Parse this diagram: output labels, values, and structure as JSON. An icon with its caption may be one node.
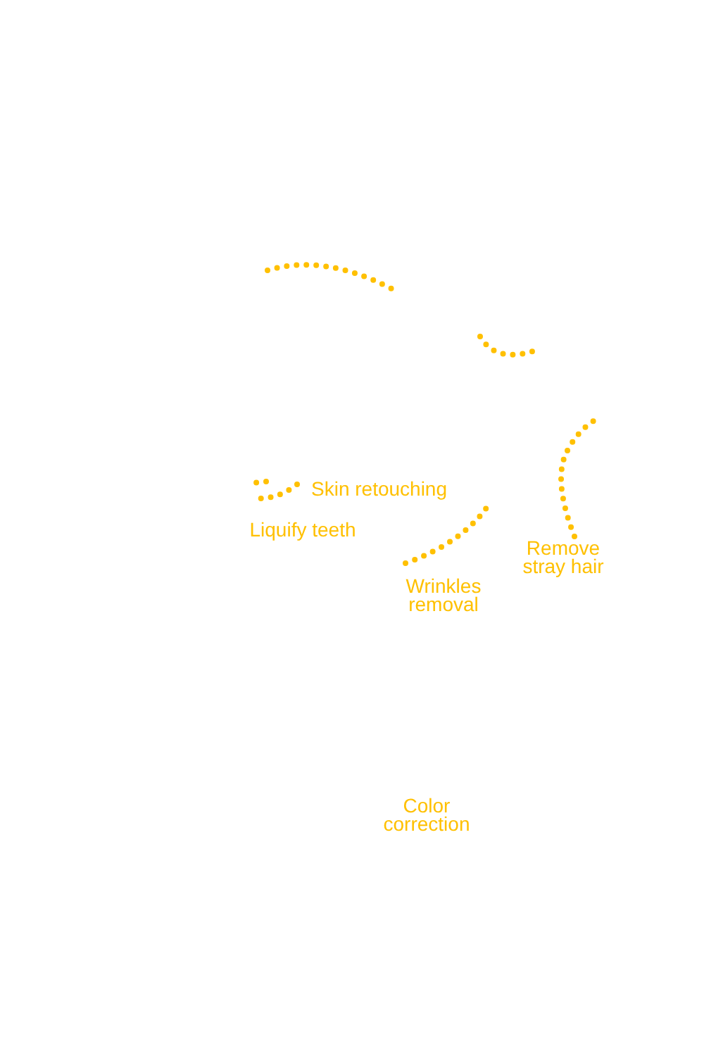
{
  "diagram": {
    "nodes": [
      {
        "text": [
          "Skin retouching"
        ]
      },
      {
        "text": [
          "Liquify teeth"
        ]
      },
      {
        "text": [
          "Wrinkles removal"
        ]
      },
      {
        "text": [
          "Remove stray hair"
        ]
      },
      {
        "text": [
          "Color correction"
        ]
      }
    ],
    "edges": [
      {
        "from": 0,
        "to": null,
        "arrow": "none"
      },
      {
        "from": 2,
        "to": null,
        "arrow": "none"
      },
      {
        "from": 3,
        "to": null,
        "arrow": "none"
      }
    ]
  }
}
